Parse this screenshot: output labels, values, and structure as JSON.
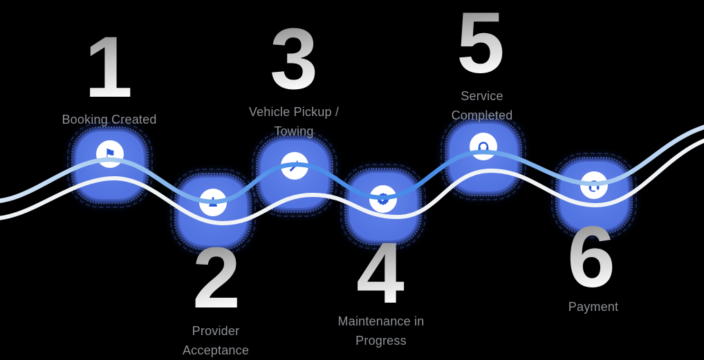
{
  "diagram": {
    "type": "process-timeline",
    "background": "#000000",
    "steps": [
      {
        "number": "1",
        "label_lines": [
          "Booking Created"
        ],
        "icon": "flag-icon",
        "glyph": "⚑"
      },
      {
        "number": "2",
        "label_lines": [
          "Provider",
          "Acceptance"
        ],
        "icon": "chess-pawn-icon",
        "glyph": "♟︎"
      },
      {
        "number": "3",
        "label_lines": [
          "Vehicle Pickup /",
          "Towing"
        ],
        "icon": "magic-wand-icon"
      },
      {
        "number": "4",
        "label_lines": [
          "Maintenance in",
          "Progress"
        ],
        "icon": "verified-badge-icon"
      },
      {
        "number": "5",
        "label_lines": [
          "Service",
          "Completed"
        ],
        "icon": "headset-icon"
      },
      {
        "number": "6",
        "label_lines": [
          "Payment"
        ],
        "icon": "headset-icon"
      }
    ],
    "colors": {
      "squircle_blue": "#5577e2",
      "icon_blue": "#2c5cd9",
      "wave_blue_mid": "#468ae8",
      "wave_blue_pale": "#dfeaf8",
      "wave_white": "#f1f4f7",
      "number_gradient_top": "#7f7f7f",
      "number_gradient_bottom": "#ffffff",
      "label_gray": "#8e9196"
    }
  }
}
